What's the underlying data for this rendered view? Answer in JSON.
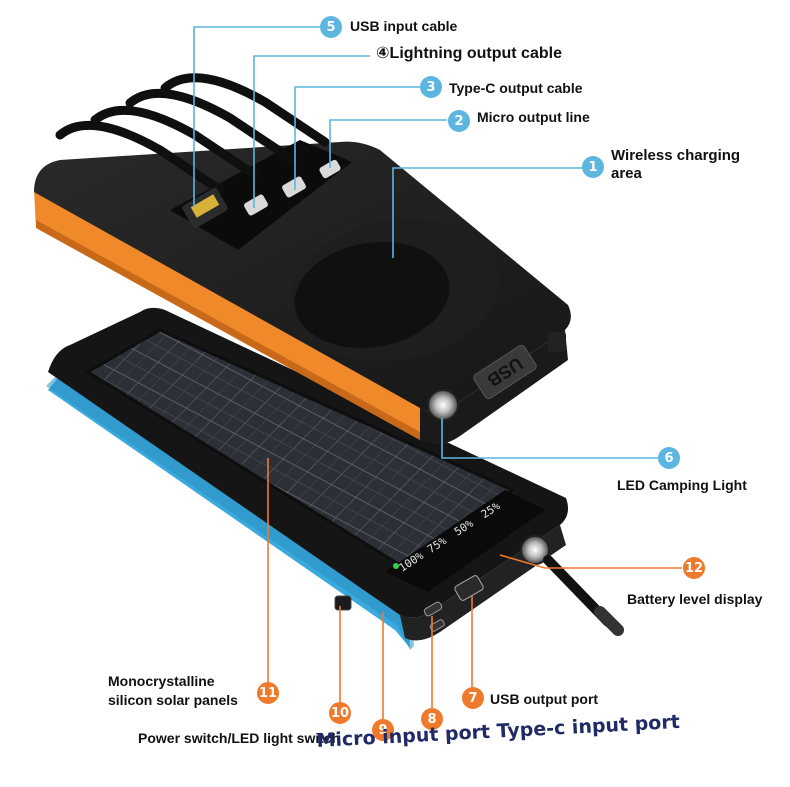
{
  "labels": {
    "usb_input_cable": "USB input cable",
    "lightning_output_cable": "④Lightning output cable",
    "type_c_output_cable": "Type-C output cable",
    "micro_output_line": "Micro output line",
    "wireless_charging_area_line1": "Wireless charging",
    "wireless_charging_area_line2": "area",
    "led_camping_light": "LED Camping Light",
    "battery_level_display": "Battery level display",
    "solar_panels_line1": "Monocrystalline",
    "solar_panels_line2": "silicon solar panels",
    "usb_output_port": "USB output port",
    "power_switch": "Power switch/LED light switch",
    "bottom_caption": "Micro input port Type-c input port"
  },
  "badges": {
    "n1": "1",
    "n2": "2",
    "n3": "3",
    "n5": "5",
    "n6": "6",
    "n7": "7",
    "n8": "8",
    "n9": "9",
    "n10": "10",
    "n11": "11",
    "n12": "12"
  },
  "device": {
    "usb_side_text": "USB",
    "battery_levels": [
      "25%",
      "50%",
      "75%",
      "100%"
    ]
  },
  "colors": {
    "callout_blue": "#5cb6e0",
    "callout_orange": "#ef7a2c",
    "accent_orange": "#f0892a",
    "accent_blue": "#3aa9de",
    "body_black": "#1c1c1c"
  }
}
